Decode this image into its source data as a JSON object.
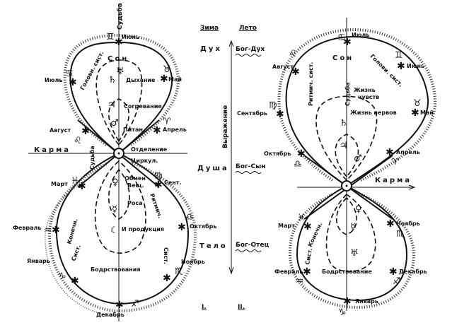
{
  "middle": {
    "winter": "Зима",
    "summer": "Лето",
    "spirit": "Дух",
    "soul": "Душа",
    "body": "Тело",
    "god_spirit": "Бог-Дух",
    "god_son": "Бог-Сын",
    "god_father": "Бог-Отец",
    "expression": "Выражение",
    "fig1": "I.",
    "fig2": "II."
  },
  "left": {
    "fate_top": "Судьба",
    "june": "Июнь",
    "head_system": "Головн. сист.",
    "sleep": "Сон",
    "breathing": "Дыхание",
    "may": "Май",
    "july": "Июль",
    "warming": "Согревание",
    "nutrition": "Питан.",
    "april": "Апрель",
    "august": "Август",
    "karma": "Карма",
    "separation": "Отделение",
    "circulation": "Циркул.",
    "fate_side": "Судьба",
    "march": "Март",
    "metabolism_1": "Обмен",
    "metabolism_2": "Вещ.",
    "september": "Сент.",
    "growth": "Роса",
    "rhythmic": "Ритмич.",
    "october": "Октябрь",
    "february": "Февраль",
    "production": "И продукция",
    "limb_1": "Конечн.",
    "limb_2": "Сист.",
    "system": "Сист.",
    "november": "Ноябрь",
    "january": "Январь",
    "wakefulness": "Бодрствования",
    "december": "Декабрь"
  },
  "right": {
    "july": "Июль",
    "sleep": "Сон",
    "head_system": "Голови. сист.",
    "june": "Июнь",
    "august": "Август",
    "may": "Май",
    "september": "Сентябрь",
    "life_senses_1": "Жизнь",
    "life_senses_2": "чувств",
    "life_nerves": "Жизнь нервов",
    "fate": "Судьба",
    "rhythmic_system": "Ритмич. сист.",
    "october": "Октябрь",
    "april": "Апрель",
    "karma": "Карма",
    "march": "Март",
    "november": "Ноябрь",
    "limbs": "Конечн.",
    "system": "Сист.",
    "february": "Февраль",
    "wakefulness": "Бодрствование",
    "december": "Декабрь",
    "january": "Январь"
  },
  "symbols": {
    "saturn": "♄",
    "jupiter": "♃",
    "mars": "♂",
    "venus": "♀",
    "mercury": "☿",
    "moon": "☾",
    "uranus": "♅",
    "neptune": "♆",
    "gemini": "♊",
    "taurus": "♉",
    "cancer": "♋",
    "aries": "♈",
    "leo": "♌",
    "virgo": "♍",
    "libra": "♎",
    "scorpio": "♏",
    "sagittarius": "♐",
    "capricorn": "♑",
    "aquarius": "♒",
    "pisces": "♓",
    "star": "✱"
  }
}
